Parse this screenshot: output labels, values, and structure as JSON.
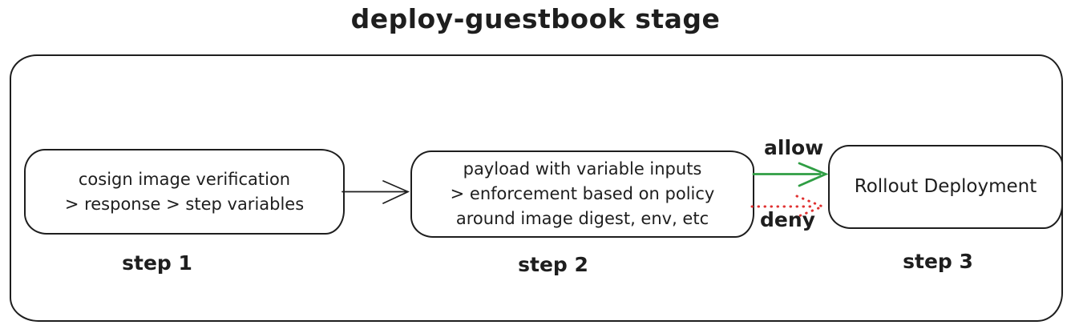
{
  "title": "deploy-guestbook stage",
  "colors": {
    "ink": "#1e1e1e",
    "allow": "#2f9e44",
    "deny": "#e03131",
    "background": "#ffffff"
  },
  "stage": {
    "steps": [
      {
        "id": "step-1",
        "label": "step 1",
        "lines": [
          "cosign image verification",
          "> response > step variables"
        ]
      },
      {
        "id": "step-2",
        "label": "step 2",
        "lines": [
          "payload with variable inputs",
          "> enforcement based on policy",
          "around image digest, env, etc"
        ]
      },
      {
        "id": "step-3",
        "label": "step 3",
        "lines": [
          "Rollout Deployment"
        ]
      }
    ],
    "edges": [
      {
        "from": "step 1",
        "to": "step 2",
        "label": "",
        "style": "solid"
      },
      {
        "from": "step 2",
        "to": "step 3",
        "label": "allow",
        "style": "solid"
      },
      {
        "from": "step 2",
        "to": "step 3",
        "label": "deny",
        "style": "dotted"
      }
    ]
  }
}
